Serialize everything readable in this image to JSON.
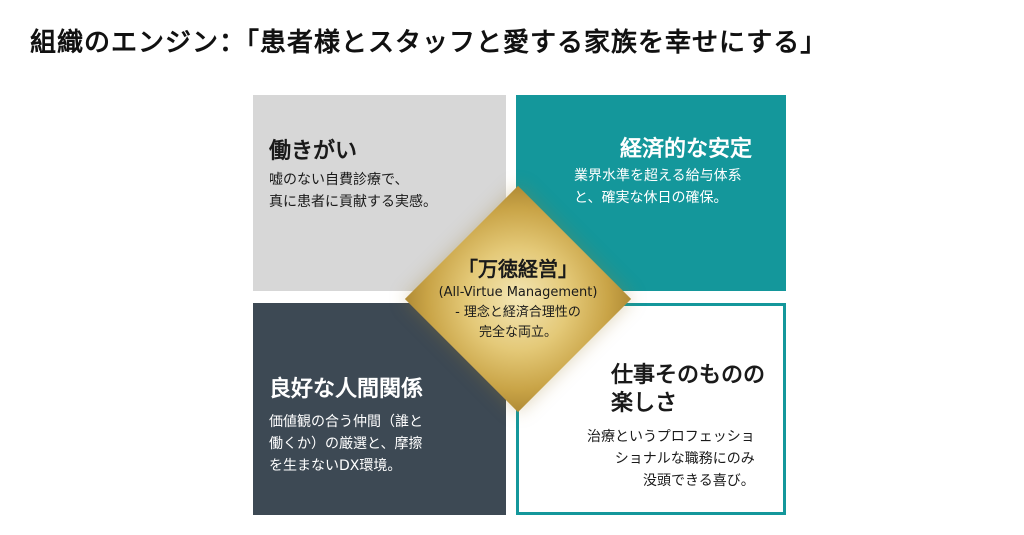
{
  "title": "組織のエンジン：「患者様とスタッフと愛する家族を幸せにする」",
  "center": {
    "title": "「万徳経営」",
    "lines": [
      "(All-Virtue Management)",
      "- 理念と経済合理性の",
      "完全な両立。"
    ]
  },
  "quadrants": {
    "top_left": {
      "title": "働きがい",
      "lines": [
        "嘘のない自費診療で、",
        "真に患者に貢献する実感。"
      ]
    },
    "top_right": {
      "title": "経済的な安定",
      "lines": [
        "業界水準を超える給与体系",
        "と、確実な休日の確保。"
      ]
    },
    "bottom_left": {
      "title": "良好な人間関係",
      "lines": [
        "価値観の合う仲間（誰と",
        "働くか）の厳選と、摩擦",
        "を生まないDX環境。"
      ]
    },
    "bottom_right": {
      "title_lines": [
        "仕事そのものの",
        "楽しさ"
      ],
      "lines": [
        "治療というプロフェッショ",
        "ショナルな職務にのみ",
        "没頭できる喜び。"
      ]
    }
  },
  "colors": {
    "teal": "#14979b",
    "slate": "#3d4954",
    "light_gray": "#d7d7d7",
    "gold": "#d9b75e"
  }
}
